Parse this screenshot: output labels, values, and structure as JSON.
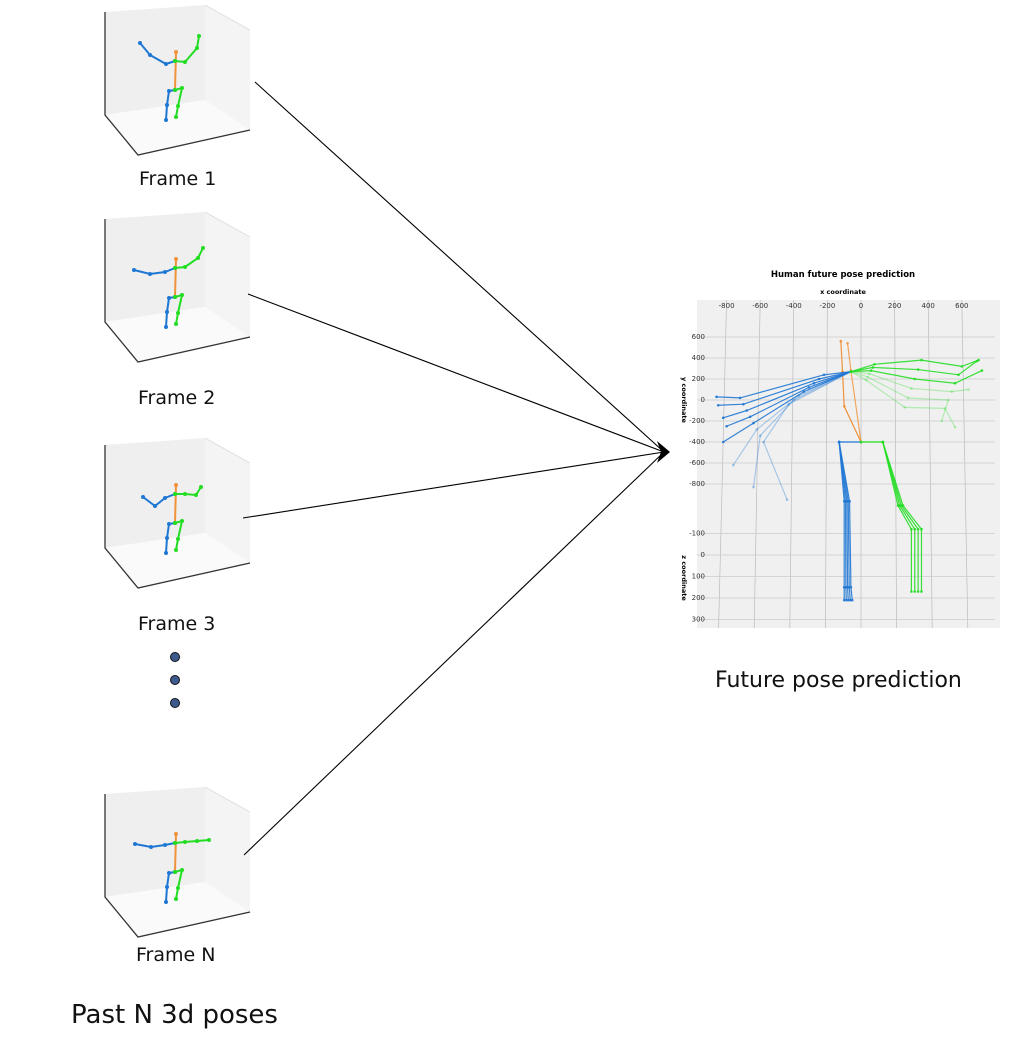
{
  "frames": [
    {
      "label": "Frame 1"
    },
    {
      "label": "Frame 2"
    },
    {
      "label": "Frame 3"
    },
    {
      "label": "Frame N"
    }
  ],
  "past_label": "Past N 3d poses",
  "prediction": {
    "label": "Future pose prediction",
    "title": "Human future pose prediction",
    "xlabel": "x coordinate",
    "ylabel": "y coordinate",
    "zlabel": "z coordinate",
    "x_ticks": [
      "-800",
      "-600",
      "-400",
      "-200",
      "0",
      "200",
      "400",
      "600"
    ],
    "y_ticks": [
      "600",
      "400",
      "200",
      "0",
      "-200",
      "-400",
      "-600",
      "-800"
    ],
    "z_ticks": [
      "-100",
      "0",
      "100",
      "200",
      "300"
    ]
  },
  "colors": {
    "left": "#1f77d4",
    "right": "#22dd22",
    "spine": "#f0923a",
    "dots": "#3c5a8c"
  }
}
